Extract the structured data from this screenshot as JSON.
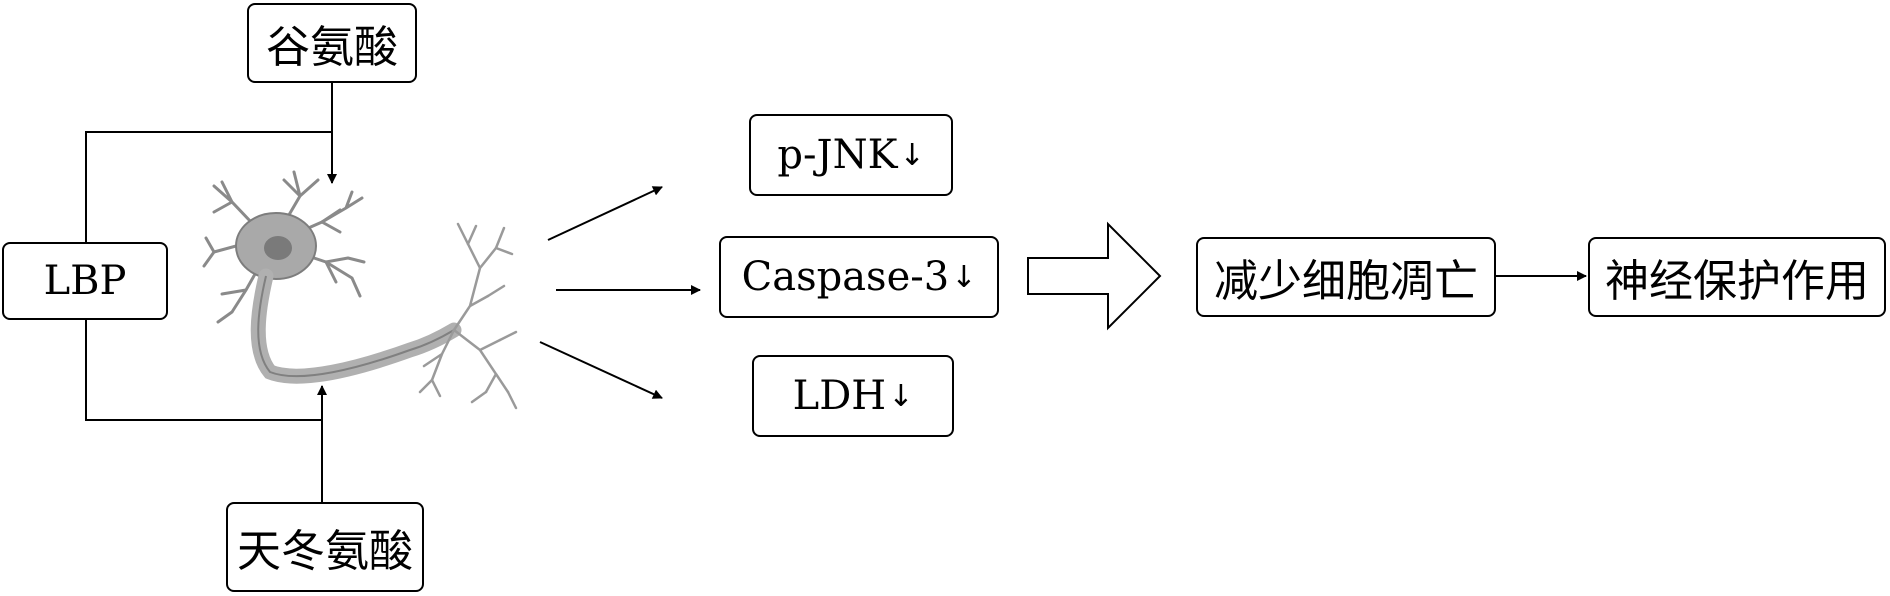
{
  "nodes": {
    "glutamate": "谷氨酸",
    "aspartate": "天冬氨酸",
    "lbp": "LBP",
    "pjnk": "p-JNK",
    "caspase3": "Caspase-3",
    "ldh": "LDH",
    "reduce_apoptosis": "减少细胞凋亡",
    "neuroprotection": "神经保护作用"
  },
  "down_symbol": "↓",
  "icons": {
    "neuron": "neuron-illustration",
    "block_arrow": "block-arrow-right"
  }
}
